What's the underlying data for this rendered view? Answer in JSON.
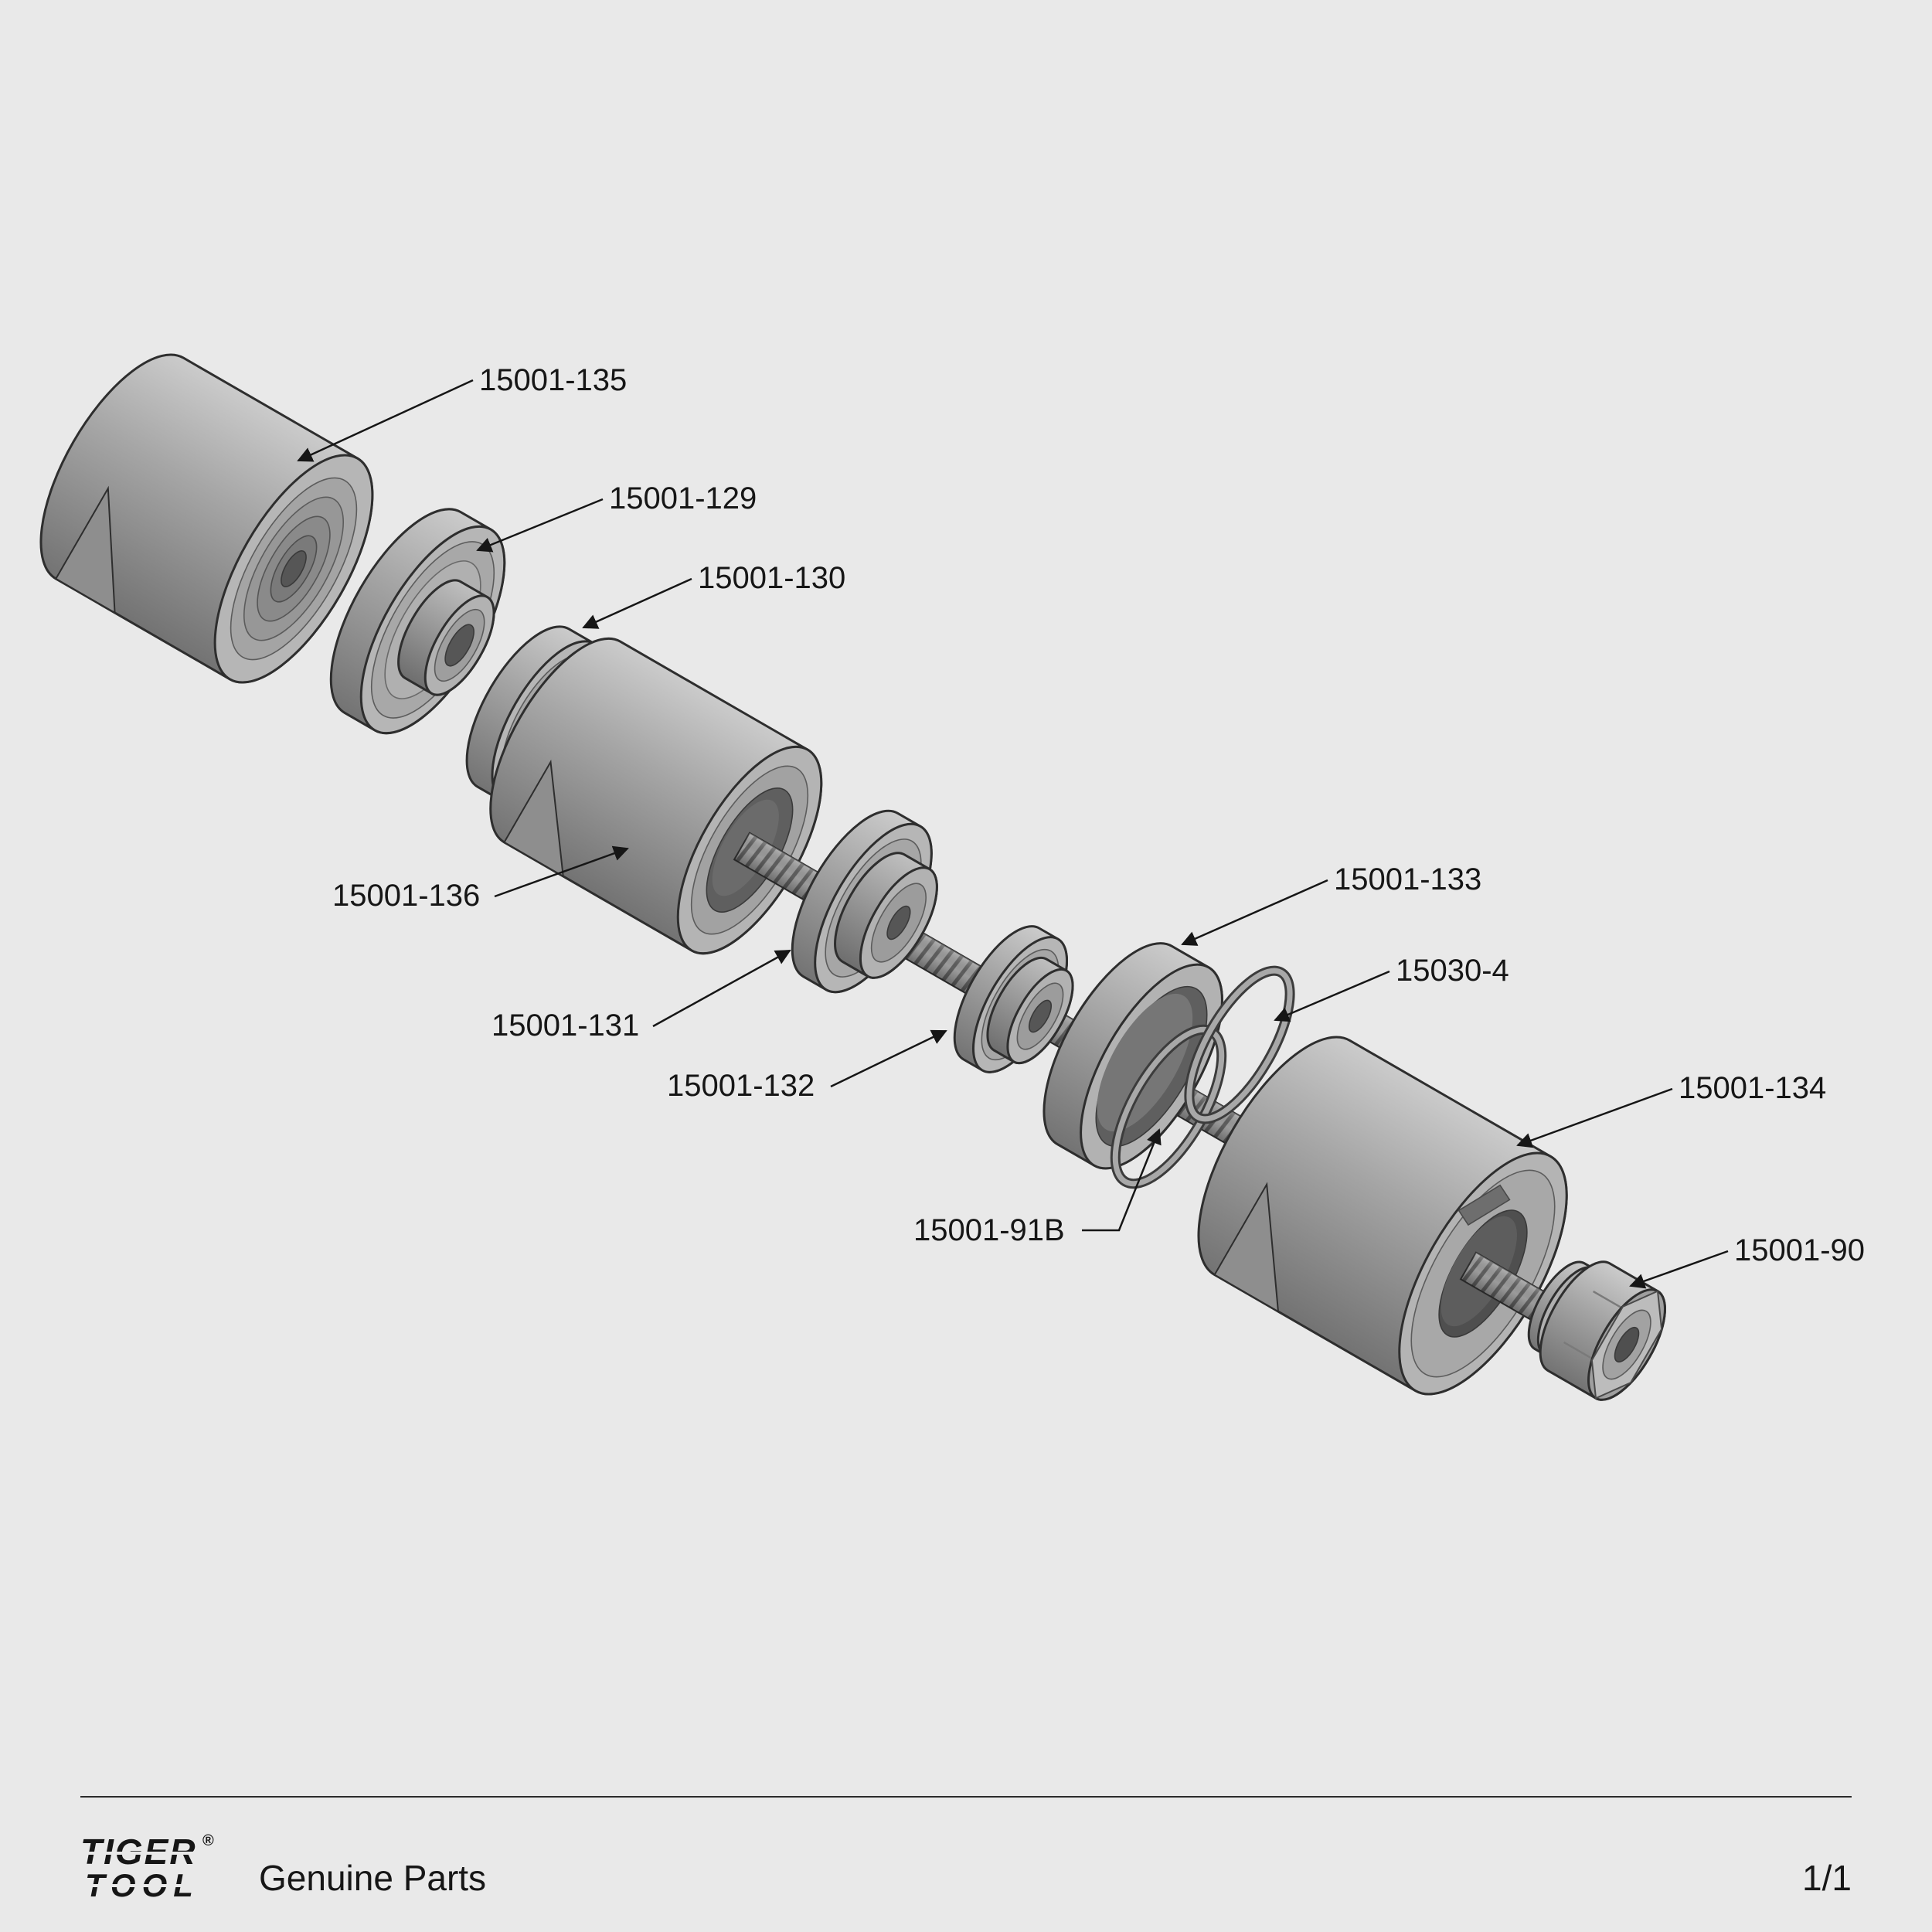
{
  "page": {
    "number": "1/1",
    "background": "#e9e9e9"
  },
  "footer": {
    "brand_top": "TIGER",
    "brand_bottom": "TOOL",
    "registered_mark": "®",
    "caption": "Genuine Parts"
  },
  "diagram": {
    "description": "Exploded isometric parts diagram of a threaded press tool assembly",
    "labels": [
      {
        "id": "15001-135",
        "text": "15001-135"
      },
      {
        "id": "15001-129",
        "text": "15001-129"
      },
      {
        "id": "15001-130",
        "text": "15001-130"
      },
      {
        "id": "15001-136",
        "text": "15001-136"
      },
      {
        "id": "15001-131",
        "text": "15001-131"
      },
      {
        "id": "15001-132",
        "text": "15001-132"
      },
      {
        "id": "15001-133",
        "text": "15001-133"
      },
      {
        "id": "15030-4",
        "text": "15030-4"
      },
      {
        "id": "15001-134",
        "text": "15001-134"
      },
      {
        "id": "15001-91B",
        "text": "15001-91B"
      },
      {
        "id": "15001-90",
        "text": "15001-90"
      }
    ]
  }
}
